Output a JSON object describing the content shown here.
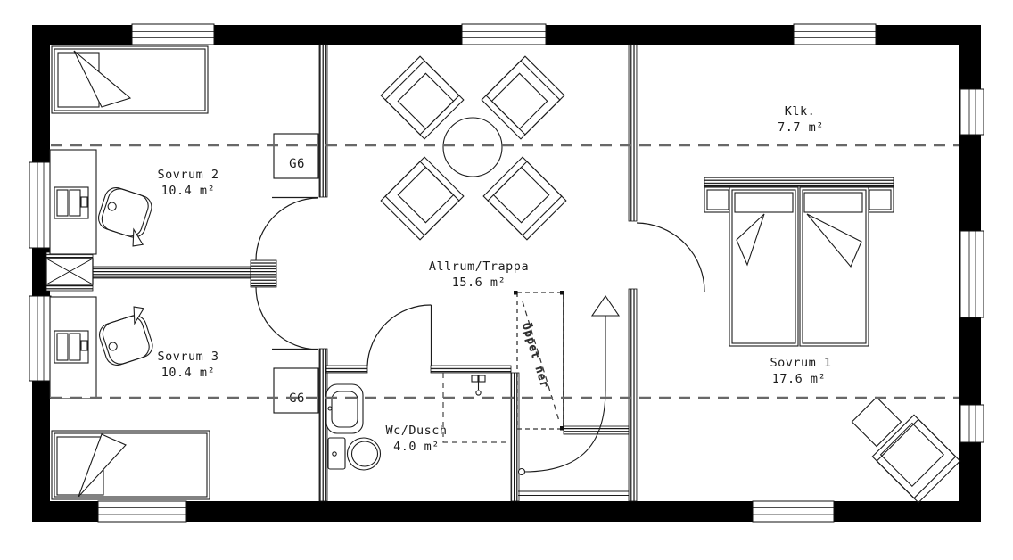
{
  "drawing": {
    "type": "floor-plan",
    "rooms": [
      {
        "name": "Sovrum 2",
        "area": "10.4 m²"
      },
      {
        "name": "Sovrum 3",
        "area": "10.4 m²"
      },
      {
        "name": "Allrum/Trappa",
        "area": "15.6 m²"
      },
      {
        "name": "Wc/Dusch",
        "area": "4.0 m²"
      },
      {
        "name": "Klk.",
        "area": "7.7 m²"
      },
      {
        "name": "Sovrum 1",
        "area": "17.6 m²"
      }
    ],
    "wardrobes": {
      "top": "G6",
      "bottom": "G6"
    },
    "stair_note": "Öppet ner",
    "colors": {
      "wall": "#000000",
      "line": "#1c1c1c",
      "dashed": "#686868",
      "background": "#ffffff"
    }
  }
}
